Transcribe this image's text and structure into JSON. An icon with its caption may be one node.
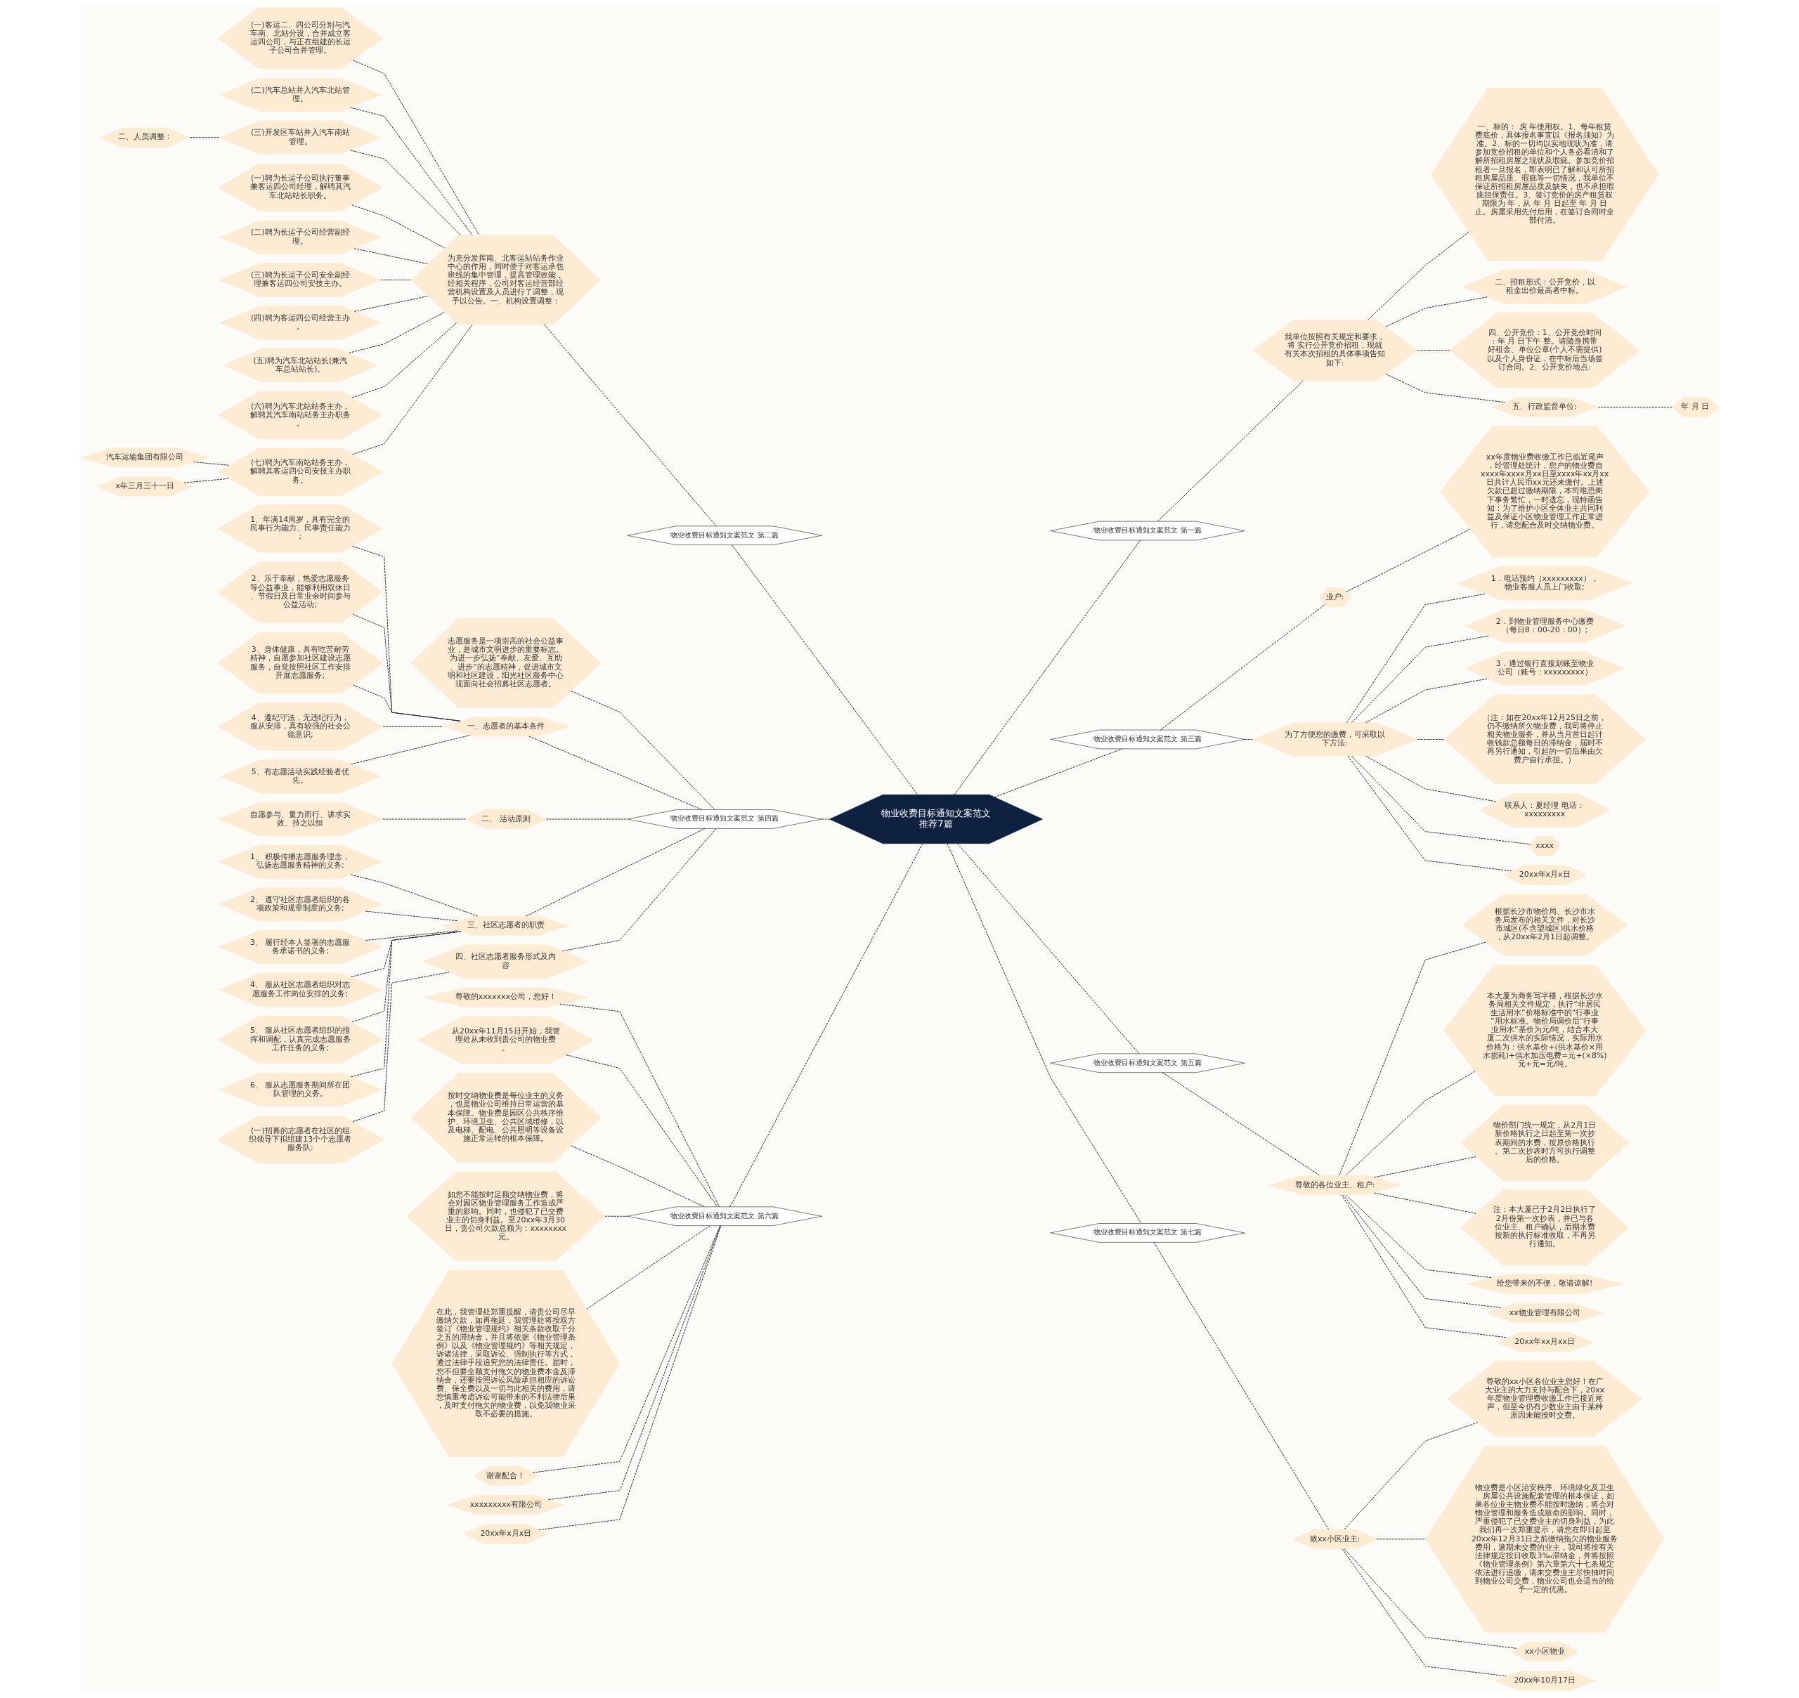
{
  "diagram": {
    "nodes": [
      {
        "text": [
          "物业收费目标通知文案范文推荐7篇"
        ]
      },
      {
        "text": [
          "物业收费目标通知文案范文 第二篇"
        ]
      },
      {
        "text": [
          "为充分发挥南、北客运站站务作业中心的作用，同时便于对客运承包班线的集中管理，提高管理效能，经相关程序，公司对客运经营部经营机构设置及人员进行了调整，现予以公告。一、机构设置调整："
        ]
      },
      {
        "text": [
          "(一)客运二、四公司分别与汽车南、北站分设，合并成立客运四公司，与正在组建的长运子公司合并管理。"
        ]
      },
      {
        "text": [
          "(二)汽车总站并入汽车北站管理。"
        ]
      },
      {
        "text": [
          "(三)开发区车站并入汽车南站管理。"
        ]
      },
      {
        "text": [
          "二、人员调整："
        ]
      },
      {
        "text": [
          "(一)聘为长运子公司执行董事兼客运四公司经理，解聘其汽车北站站长职务。"
        ]
      },
      {
        "text": [
          "(二)聘为长运子公司经营副经理。"
        ]
      },
      {
        "text": [
          "(三)聘为长运子公司安全副经理兼客运四公司安技主办。"
        ]
      },
      {
        "text": [
          "(四)聘为客运四公司经营主办。"
        ]
      },
      {
        "text": [
          "(五)聘为汽车北站站长(兼汽车总站站长)。"
        ]
      },
      {
        "text": [
          "(六)聘为汽车北站站务主办，解聘其汽车南站站务主办职务。"
        ]
      },
      {
        "text": [
          "(七)聘为汽车南站站务主办，解聘其客运四公司安技主办职务。"
        ]
      },
      {
        "text": [
          "汽车运输集团有限公司"
        ]
      },
      {
        "text": [
          "x年三月三十一日"
        ]
      },
      {
        "text": [
          "物业收费目标通知文案范文 第四篇"
        ]
      },
      {
        "text": [
          "志愿服务是一项崇高的社会公益事业，是城市文明进步的重要标志。为进一步弘扬“奉献、友爱、互助、进步”的志愿精神，促进城市文明和社区建设，阳光社区服务中心现面向社会招募社区志愿者。"
        ]
      },
      {
        "text": [
          "一、志愿者的基本条件"
        ]
      },
      {
        "text": [
          "1、年满14周岁，具有完全的民事行为能力、民事责任能力;"
        ]
      },
      {
        "text": [
          "2、乐于奉献，热爱志愿服务等公益事业，能够利用双休日、节假日及日常业余时间参与公益活动;"
        ]
      },
      {
        "text": [
          "3、身体健康，具有吃苦耐劳精神，自愿参加社区建设志愿服务，自觉按照社区工作安排开展志愿服务;"
        ]
      },
      {
        "text": [
          "4、遵纪守法，无违纪行为，服从安排，具有较强的社会公德意识;"
        ]
      },
      {
        "text": [
          "5、有志愿活动实践经验者优先。"
        ]
      },
      {
        "text": [
          "二、 活动原则"
        ]
      },
      {
        "text": [
          "自愿参与、量力而行、讲求实效、持之以恒"
        ]
      },
      {
        "text": [
          "三、社区志愿者的职责"
        ]
      },
      {
        "text": [
          "1、 积极传播志愿服务理念，弘扬志愿服务精神的义务;"
        ]
      },
      {
        "text": [
          "2、 遵守社区志愿者组织的各项政策和规章制度的义务;"
        ]
      },
      {
        "text": [
          "3、 履行经本人签署的志愿服务承诺书的义务;"
        ]
      },
      {
        "text": [
          "4、 服从社区志愿者组织对志愿服务工作岗位安排的义务;"
        ]
      },
      {
        "text": [
          "5、 服从社区志愿者组织的指挥和调配，认真完成志愿服务工作任务的义务;"
        ]
      },
      {
        "text": [
          "6、 服从志愿服务期间所在团队管理的义务。"
        ]
      },
      {
        "text": [
          "四、社区志愿者服务形式及内容"
        ]
      },
      {
        "text": [
          "(一)招募的志愿者在社区的组织领导下拟组建13个个志愿者服务队:"
        ]
      },
      {
        "text": [
          "物业收费目标通知文案范文 第六篇"
        ]
      },
      {
        "text": [
          "尊敬的xxxxxxx公司，您好！"
        ]
      },
      {
        "text": [
          "从20xx年11月15日开始，我管理处从未收到贵公司的物业费。"
        ]
      },
      {
        "text": [
          "按时交纳物业费是每位业主的义务，也是物业公司维持日常运营的基本保障。物业费是园区公共秩序维护、环境卫生、公共区域维修，以及电梯、配电、公共照明等设备设施正常运转的根本保障。"
        ]
      },
      {
        "text": [
          "如您不能按时足额交纳物业费，将会对园区物业管理服务工作造成严重的影响。同时，也侵犯了已交费业主的切身利益。至20xx年3月30日，贵公司欠款总额为：xxxxxxxx元。"
        ]
      },
      {
        "text": [
          "在此，我管理处郑重提醒，请贵公司尽早缴纳欠款，如再拖延，我管理处将按双方签订《物业管理规约》相关条款收取千分之五的滞纳金，并且将依据《物业管理条例》以及《物业管理规约》等相关规定，诉诸法律，采取诉讼、强制执行等方式，通过法律手段追究您的法律责任。届时，您不但要全额支付拖欠的物业费本金及滞纳金，还要按照诉讼风险承担相应的诉讼费、保全费以及一切与此相关的费用，请您慎重考虑诉讼可能带来的不利法律后果，及时支付拖欠的物业费，以免我物业采取不必要的措施。"
        ]
      },
      {
        "text": [
          "谢谢配合！"
        ]
      },
      {
        "text": [
          "xxxxxxxxx有限公司"
        ]
      },
      {
        "text": [
          "20xx年x月x日"
        ]
      },
      {
        "text": [
          "物业收费目标通知文案范文 第一篇"
        ]
      },
      {
        "text": [
          "我单位按照有关规定和要求，将 实行公开竞价招租，现就有关本次招租的具体事项告知如下:"
        ]
      },
      {
        "text": [
          "一、标的： 房 年使用权。1、每年租赁费底价，具体报名事宜以《报名须知》为准。2、标的一切均以实地现状为准，请参加竞价招租的单位和个人务必看清和了解所招租房屋之现状及瑕疵。参加竞价招租者一旦报名，即表明已了解和认可所招租房屋品质、瑕疵等一切情况，我单位不保证所招租房屋品质及缺失，也不承担瑕疵担保责任。3、签订竞价的房产租赁权期限为 年，从 年 月 日起至 年 月 日止。房屋采用先付后用，在签订合同时全部付清。"
        ]
      },
      {
        "text": [
          "二、招租形式：公开竞价，以租金出价最高者中标。"
        ]
      },
      {
        "text": [
          "四、公开竞价：1、公开竞价时间: 年 月 日下午 整。请随身携带好租金、单位公章(个人不需提供)以及个人身份证，在中标后当场签订合同。2、公开竞价地点:"
        ]
      },
      {
        "text": [
          "五、行政监督单位:"
        ]
      },
      {
        "text": [
          "年 月 日"
        ]
      },
      {
        "text": [
          "物业收费目标通知文案范文 第三篇"
        ]
      },
      {
        "text": [
          "业户:"
        ]
      },
      {
        "text": [
          "xx年度物业费收缴工作已临近尾声，经管理处统计，您户的物业费自xxxx年xxxx月xx日至xxxx年xx月xx日共计人民币xx元还未缴付。上述欠款已超过缴纳期限，本司唯恐阁下事务繁忙，一时遗忘，现特函告知：为了维护小区全体业主共同利益及保证小区物业管理工作正常进行，请您配合及时交纳物业费。"
        ]
      },
      {
        "text": [
          "为了方便您的缴费，可采取以下方法:"
        ]
      },
      {
        "text": [
          "1．电话预约（xxxxxxxxx），物业客服人员上门收取;"
        ]
      },
      {
        "text": [
          "2．到物业管理服务中心缴费（每日8：00-20：00）;"
        ]
      },
      {
        "text": [
          "3．通过银行直接划账至物业公司（账号：xxxxxxxxx）"
        ]
      },
      {
        "text": [
          "（注：如在20xx年12月25日之前，仍不缴纳所欠物业费，我司将停止相关物业服务，并从当月首日起计收钱款总额每日的滞纳金，届时不再另行通知，引起的一切后果由欠费户自行承担。）"
        ]
      },
      {
        "text": [
          "联系人：夏经理 电话：xxxxxxxxx"
        ]
      },
      {
        "text": [
          "xxxx"
        ]
      },
      {
        "text": [
          "20xx年x月x日"
        ]
      },
      {
        "text": [
          "物业收费目标通知文案范文 第五篇"
        ]
      },
      {
        "text": [
          "尊敬的各位业主、租户:"
        ]
      },
      {
        "text": [
          "根据长沙市物价局、长沙市水务局发布的相关文件，对长沙市城区(不含望城区)供水价格，从20xx年2月1日起调整。"
        ]
      },
      {
        "text": [
          "本大厦为商务写字楼，根据长沙水务局相关文件规定，执行“非居民生活用水”价格标准中的“行事业”用水标准。物价局调价后“行事业用水”基价为元/吨，结合本大厦二次供水的实际情况，实际用水价格为：供水基价+(供水基价×用水损耗)+供水加压电费=元+(×8%)元+元=元/吨。"
        ]
      },
      {
        "text": [
          "物价部门统一规定，从2月1日新价格执行之日起至第一次抄表期间的水费，按原价格执行。第二次抄表时方可执行调整后的价格。"
        ]
      },
      {
        "text": [
          "注：本大厦已于2月2日执行了2月份第一次抄表，并已与各位业主、租户确认，后期水费按新的执行标准收取，不再另行通知。"
        ]
      },
      {
        "text": [
          "给您带来的不便，敬请谅解!"
        ]
      },
      {
        "text": [
          "xx物业管理有限公司"
        ]
      },
      {
        "text": [
          "20xx年xx月xx日"
        ]
      },
      {
        "text": [
          "物业收费目标通知文案范文 第七篇"
        ]
      },
      {
        "text": [
          "致xx小区业主:"
        ]
      },
      {
        "text": [
          "尊敬的xx小区各位业主您好！在广大业主的大力支持与配合下，20xx年度物业管理费收缴工作已接近尾声，但至今仍有少数业主由于某种原因未能按时交费。"
        ]
      },
      {
        "text": [
          "物业费是小区治安秩序、环境绿化及卫生、房屋公共设施配套管理的根本保证，如果各位业主物业费不能按时缴纳，将会对物业管理和服务造成致命的影响。同时，严重侵犯了已交费业主的切身利益，为此我们再一次郑重提示，请您在即日起至20xx年12月31日之前缴纳拖欠的物业服务费用，逾期未交费的业主，我司将按有关法律规定按日收取3‰滞纳金，并将按照《物业管理条例》第六章第六十七条规定依法进行追缴，请未交费业主尽快抽时间到物业公司交费，物业公司也会适当的给予一定的优惠。"
        ]
      },
      {
        "text": [
          "xx小区物业"
        ]
      },
      {
        "text": [
          "20xx年10月17日"
        ]
      }
    ],
    "edges": [
      {
        "from": 0,
        "to": 1,
        "arrow": "none"
      },
      {
        "from": 1,
        "to": 2,
        "arrow": "none"
      },
      {
        "from": 2,
        "to": 3,
        "arrow": "none"
      },
      {
        "from": 2,
        "to": 4,
        "arrow": "none"
      },
      {
        "from": 2,
        "to": 5,
        "arrow": "none"
      },
      {
        "from": 5,
        "to": 6,
        "arrow": "none"
      },
      {
        "from": 2,
        "to": 7,
        "arrow": "none"
      },
      {
        "from": 2,
        "to": 8,
        "arrow": "none"
      },
      {
        "from": 2,
        "to": 9,
        "arrow": "none"
      },
      {
        "from": 2,
        "to": 10,
        "arrow": "none"
      },
      {
        "from": 2,
        "to": 11,
        "arrow": "none"
      },
      {
        "from": 2,
        "to": 12,
        "arrow": "none"
      },
      {
        "from": 2,
        "to": 13,
        "arrow": "none"
      },
      {
        "from": 13,
        "to": 14,
        "arrow": "none"
      },
      {
        "from": 13,
        "to": 15,
        "arrow": "none"
      },
      {
        "from": 0,
        "to": 16,
        "arrow": "none"
      },
      {
        "from": 16,
        "to": 17,
        "arrow": "none"
      },
      {
        "from": 16,
        "to": 18,
        "arrow": "none"
      },
      {
        "from": 18,
        "to": 19,
        "arrow": "none"
      },
      {
        "from": 18,
        "to": 20,
        "arrow": "none"
      },
      {
        "from": 18,
        "to": 21,
        "arrow": "none"
      },
      {
        "from": 18,
        "to": 22,
        "arrow": "none"
      },
      {
        "from": 18,
        "to": 23,
        "arrow": "none"
      },
      {
        "from": 16,
        "to": 24,
        "arrow": "none"
      },
      {
        "from": 24,
        "to": 25,
        "arrow": "none"
      },
      {
        "from": 16,
        "to": 26,
        "arrow": "none"
      },
      {
        "from": 26,
        "to": 27,
        "arrow": "none"
      },
      {
        "from": 26,
        "to": 28,
        "arrow": "none"
      },
      {
        "from": 26,
        "to": 29,
        "arrow": "none"
      },
      {
        "from": 26,
        "to": 30,
        "arrow": "none"
      },
      {
        "from": 26,
        "to": 31,
        "arrow": "none"
      },
      {
        "from": 26,
        "to": 32,
        "arrow": "none"
      },
      {
        "from": 16,
        "to": 33,
        "arrow": "none"
      },
      {
        "from": 33,
        "to": 34,
        "arrow": "none"
      },
      {
        "from": 0,
        "to": 35,
        "arrow": "none"
      },
      {
        "from": 35,
        "to": 36,
        "arrow": "none"
      },
      {
        "from": 35,
        "to": 37,
        "arrow": "none"
      },
      {
        "from": 35,
        "to": 38,
        "arrow": "none"
      },
      {
        "from": 35,
        "to": 39,
        "arrow": "none"
      },
      {
        "from": 35,
        "to": 40,
        "arrow": "none"
      },
      {
        "from": 35,
        "to": 41,
        "arrow": "none"
      },
      {
        "from": 35,
        "to": 42,
        "arrow": "none"
      },
      {
        "from": 35,
        "to": 43,
        "arrow": "none"
      },
      {
        "from": 0,
        "to": 44,
        "arrow": "none"
      },
      {
        "from": 44,
        "to": 45,
        "arrow": "none"
      },
      {
        "from": 45,
        "to": 46,
        "arrow": "none"
      },
      {
        "from": 45,
        "to": 47,
        "arrow": "none"
      },
      {
        "from": 45,
        "to": 48,
        "arrow": "none"
      },
      {
        "from": 45,
        "to": 49,
        "arrow": "none"
      },
      {
        "from": 49,
        "to": 50,
        "arrow": "none"
      },
      {
        "from": 0,
        "to": 51,
        "arrow": "none"
      },
      {
        "from": 51,
        "to": 52,
        "arrow": "none"
      },
      {
        "from": 52,
        "to": 53,
        "arrow": "none"
      },
      {
        "from": 51,
        "to": 54,
        "arrow": "none"
      },
      {
        "from": 54,
        "to": 55,
        "arrow": "none"
      },
      {
        "from": 54,
        "to": 56,
        "arrow": "none"
      },
      {
        "from": 54,
        "to": 57,
        "arrow": "none"
      },
      {
        "from": 54,
        "to": 58,
        "arrow": "none"
      },
      {
        "from": 54,
        "to": 59,
        "arrow": "none"
      },
      {
        "from": 54,
        "to": 60,
        "arrow": "none"
      },
      {
        "from": 54,
        "to": 61,
        "arrow": "none"
      },
      {
        "from": 0,
        "to": 62,
        "arrow": "none"
      },
      {
        "from": 62,
        "to": 63,
        "arrow": "none"
      },
      {
        "from": 63,
        "to": 64,
        "arrow": "none"
      },
      {
        "from": 63,
        "to": 65,
        "arrow": "none"
      },
      {
        "from": 63,
        "to": 66,
        "arrow": "none"
      },
      {
        "from": 63,
        "to": 67,
        "arrow": "none"
      },
      {
        "from": 63,
        "to": 68,
        "arrow": "none"
      },
      {
        "from": 63,
        "to": 69,
        "arrow": "none"
      },
      {
        "from": 63,
        "to": 70,
        "arrow": "none"
      },
      {
        "from": 0,
        "to": 71,
        "arrow": "none"
      },
      {
        "from": 71,
        "to": 72,
        "arrow": "none"
      },
      {
        "from": 72,
        "to": 73,
        "arrow": "none"
      },
      {
        "from": 72,
        "to": 74,
        "arrow": "none"
      },
      {
        "from": 72,
        "to": 75,
        "arrow": "none"
      },
      {
        "from": 72,
        "to": 76,
        "arrow": "none"
      }
    ]
  }
}
